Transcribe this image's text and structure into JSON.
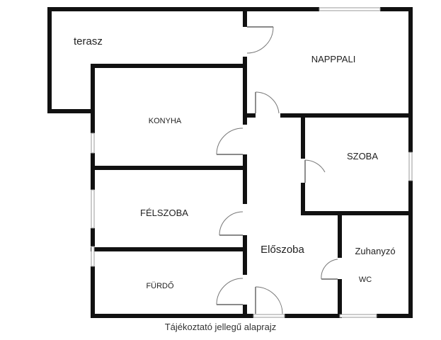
{
  "rooms": {
    "terasz": "terasz",
    "nappali": "NAPPPALI",
    "konyha": "KONYHA",
    "szoba": "SZOBA",
    "felszoba": "FÉLSZOBA",
    "eloszoba": "Előszoba",
    "zuhanyzo": "Zuhanyzó",
    "wc": "WC",
    "furdo": "FÜRDŐ"
  },
  "caption": "Tájékoztató jellegű alaprajz",
  "colors": {
    "wall": "#111111",
    "background": "#ffffff",
    "window": "#9a9a9a"
  }
}
